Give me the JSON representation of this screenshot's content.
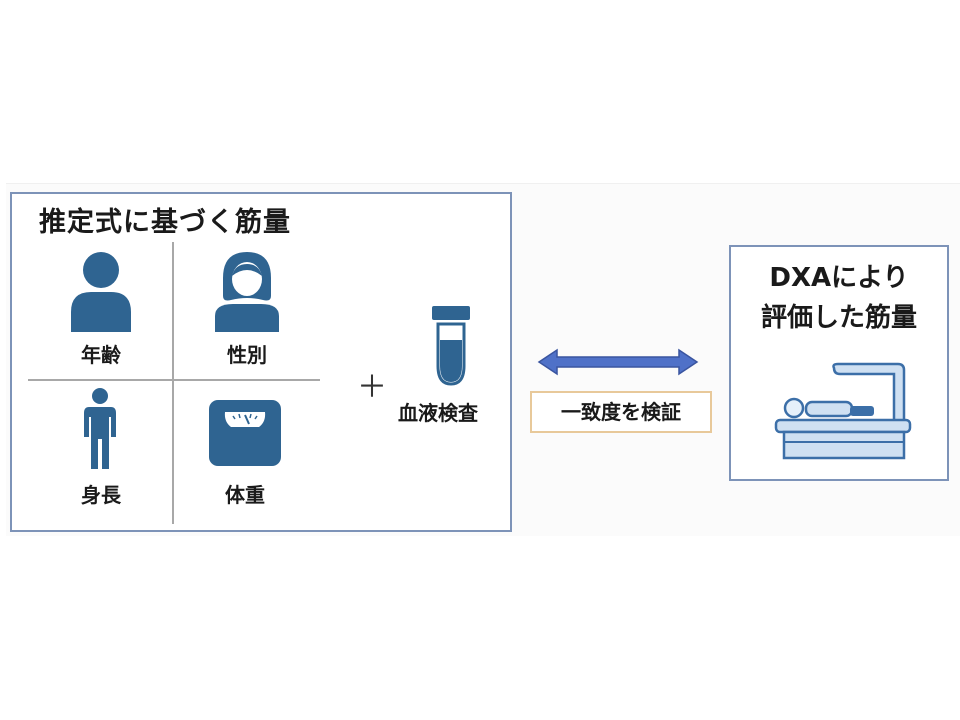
{
  "left_panel": {
    "title": "推定式に基づく筋量",
    "cells": {
      "age": "年齢",
      "sex": "性別",
      "height": "身長",
      "weight": "体重"
    },
    "plus": "＋",
    "blood_test": "血液検査"
  },
  "center": {
    "verify_label": "一致度を検証"
  },
  "right_panel": {
    "title_line1": "DXAにより",
    "title_line2": "評価した筋量"
  },
  "colors": {
    "icon_blue": "#2f6491",
    "arrow_blue": "#4f71c8",
    "panel_border": "#7d93b8",
    "verify_border": "#e8c99a",
    "dxa_light_blue": "#cfe0f2"
  },
  "icons": [
    "person-male-icon",
    "person-female-icon",
    "person-standing-icon",
    "scale-icon",
    "test-tube-icon",
    "double-arrow-icon",
    "dxa-scanner-icon"
  ]
}
